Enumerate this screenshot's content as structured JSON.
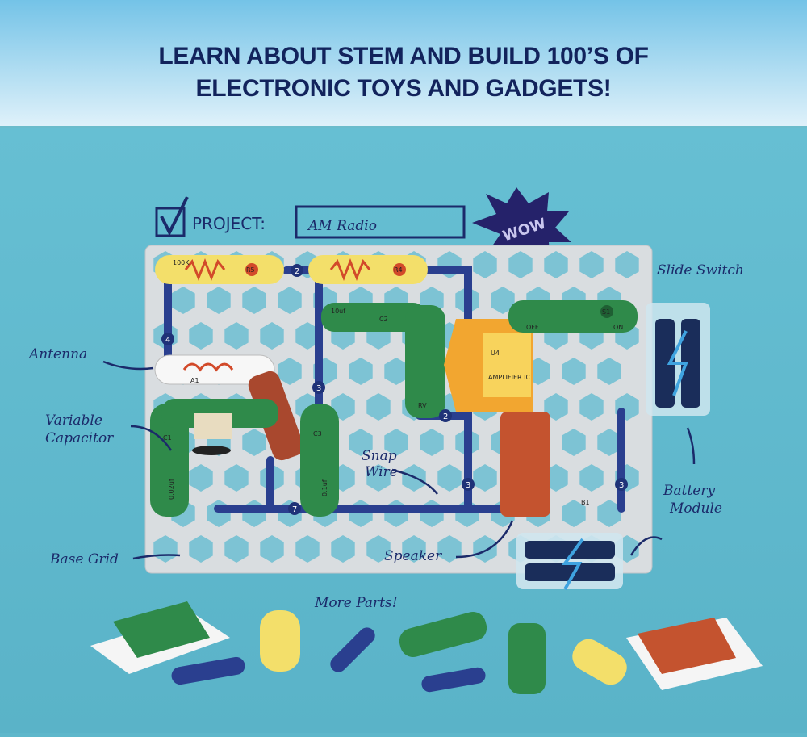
{
  "headline": {
    "line1": "LEARN ABOUT STEM AND BUILD 100’S OF",
    "line2": "ELECTRONIC TOYS AND GADGETS!"
  },
  "project": {
    "label": "PROJECT:",
    "name": "AM Radio",
    "burst": "WOW"
  },
  "callouts": {
    "slide_switch": "Slide Switch",
    "antenna": "Antenna",
    "variable_capacitor_1": "Variable",
    "variable_capacitor_2": "Capacitor",
    "snap_wire_1": "Snap",
    "snap_wire_2": "Wire",
    "battery_module_1": "Battery",
    "battery_module_2": "Module",
    "base_grid": "Base Grid",
    "speaker": "Speaker",
    "more_parts": "More Parts!"
  },
  "components": {
    "r5_value": "100K",
    "r5": "R5",
    "r4": "R4",
    "c2_value": "10uf",
    "c2": "C2",
    "u4": "U4",
    "u4_name": "AMPLIFIER IC",
    "s1": "S1",
    "off": "OFF",
    "on": "ON",
    "a1": "A1",
    "c1": "C1",
    "c1_value": "0.02uf",
    "c3": "C3",
    "c3_value": "0.1uf",
    "rv": "RV",
    "b1": "B1",
    "wire2": "2",
    "wire3": "3",
    "wire4": "4",
    "wire7": "7"
  },
  "colors": {
    "text": "#12235c",
    "yellow_part": "#f3df6a",
    "green_part": "#2f8a4a",
    "red_part": "#c4532f",
    "snap_wire": "#2a3f8f"
  }
}
